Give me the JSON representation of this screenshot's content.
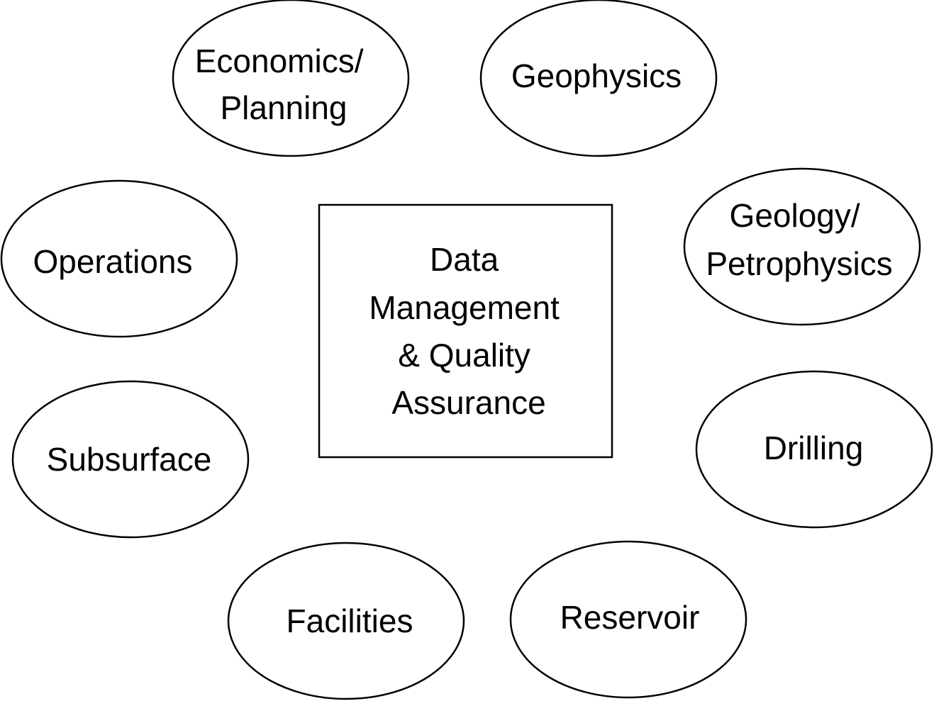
{
  "center": {
    "lines": [
      "Data",
      "Management",
      "& Quality",
      "Assurance"
    ]
  },
  "nodes": [
    {
      "id": "economics-planning",
      "lines": [
        "Economics/",
        "Planning"
      ]
    },
    {
      "id": "geophysics",
      "lines": [
        "Geophysics"
      ]
    },
    {
      "id": "operations",
      "lines": [
        "Operations"
      ]
    },
    {
      "id": "geology-petrophysics",
      "lines": [
        "Geology/",
        "Petrophysics"
      ]
    },
    {
      "id": "subsurface",
      "lines": [
        "Subsurface"
      ]
    },
    {
      "id": "drilling",
      "lines": [
        "Drilling"
      ]
    },
    {
      "id": "facilities",
      "lines": [
        "Facilities"
      ]
    },
    {
      "id": "reservoir",
      "lines": [
        "Reservoir"
      ]
    }
  ]
}
